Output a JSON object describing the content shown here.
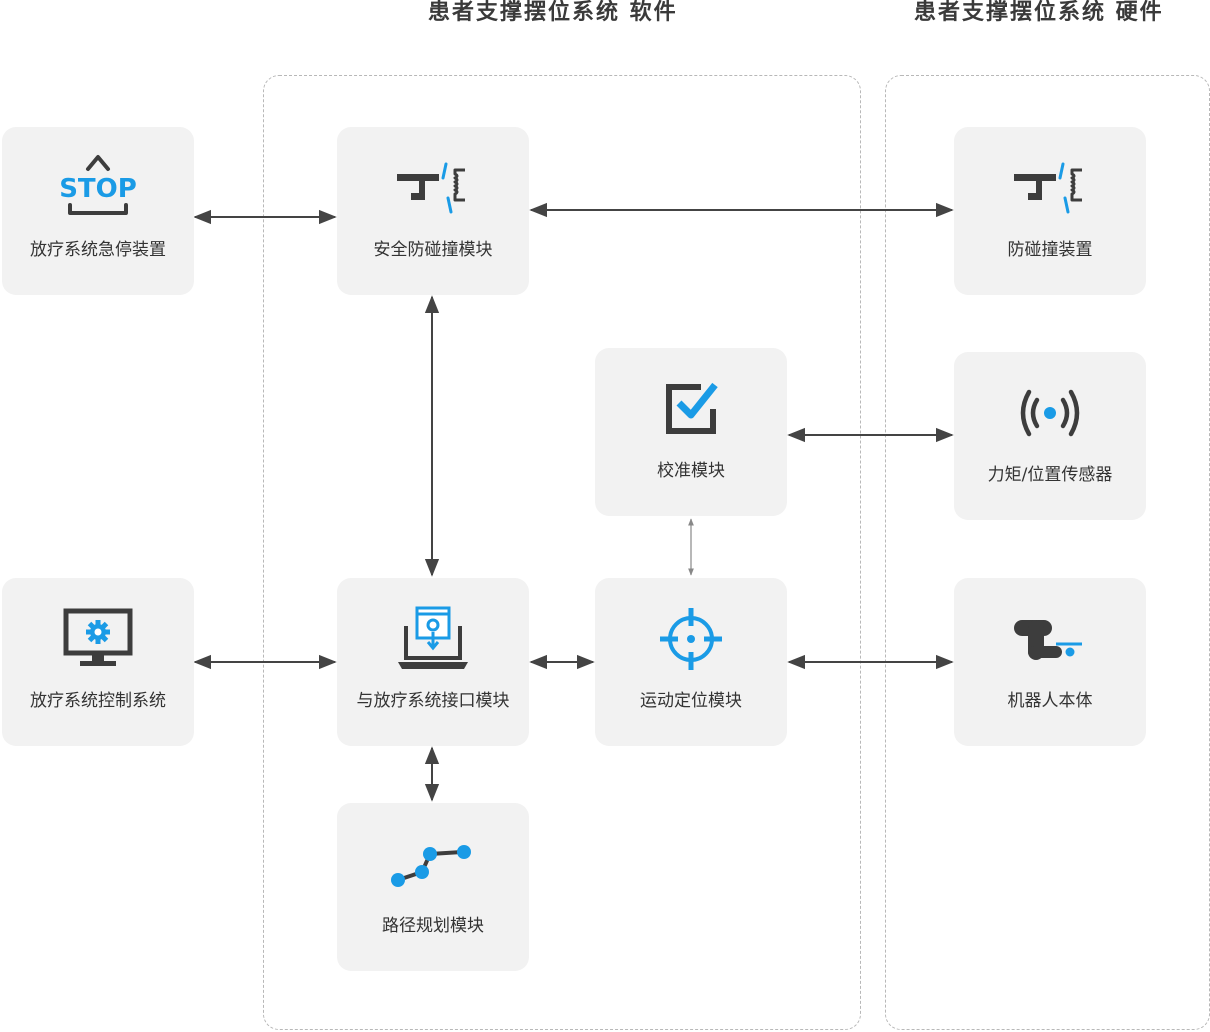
{
  "headers": {
    "software": "患者支撑摆位系统 软件",
    "hardware": "患者支撑摆位系统 硬件"
  },
  "nodes": {
    "estop": {
      "label": "放疗系统急停装置",
      "icon": "stop-icon"
    },
    "control": {
      "label": "放疗系统控制系统",
      "icon": "monitor-gear-icon"
    },
    "safety": {
      "label": "安全防碰撞模块",
      "icon": "collision-icon"
    },
    "interface": {
      "label": "与放疗系统接口模块",
      "icon": "laptop-interface-icon"
    },
    "path": {
      "label": "路径规划模块",
      "icon": "path-icon"
    },
    "calib": {
      "label": "校准模块",
      "icon": "checkbox-icon"
    },
    "motion": {
      "label": "运动定位模块",
      "icon": "crosshair-icon"
    },
    "anticollision": {
      "label": "防碰撞装置",
      "icon": "collision-icon"
    },
    "sensor": {
      "label": "力矩/位置传感器",
      "icon": "sensor-signal-icon"
    },
    "robot": {
      "label": "机器人本体",
      "icon": "robot-arm-icon"
    }
  },
  "icon_glyphs": {
    "stop": "STOP"
  },
  "colors": {
    "accent_blue": "#1a9be6",
    "icon_dark": "#3d3d3d",
    "node_bg": "#f2f2f2",
    "arrow": "#444444",
    "dashed_border": "#b8b8b8"
  }
}
